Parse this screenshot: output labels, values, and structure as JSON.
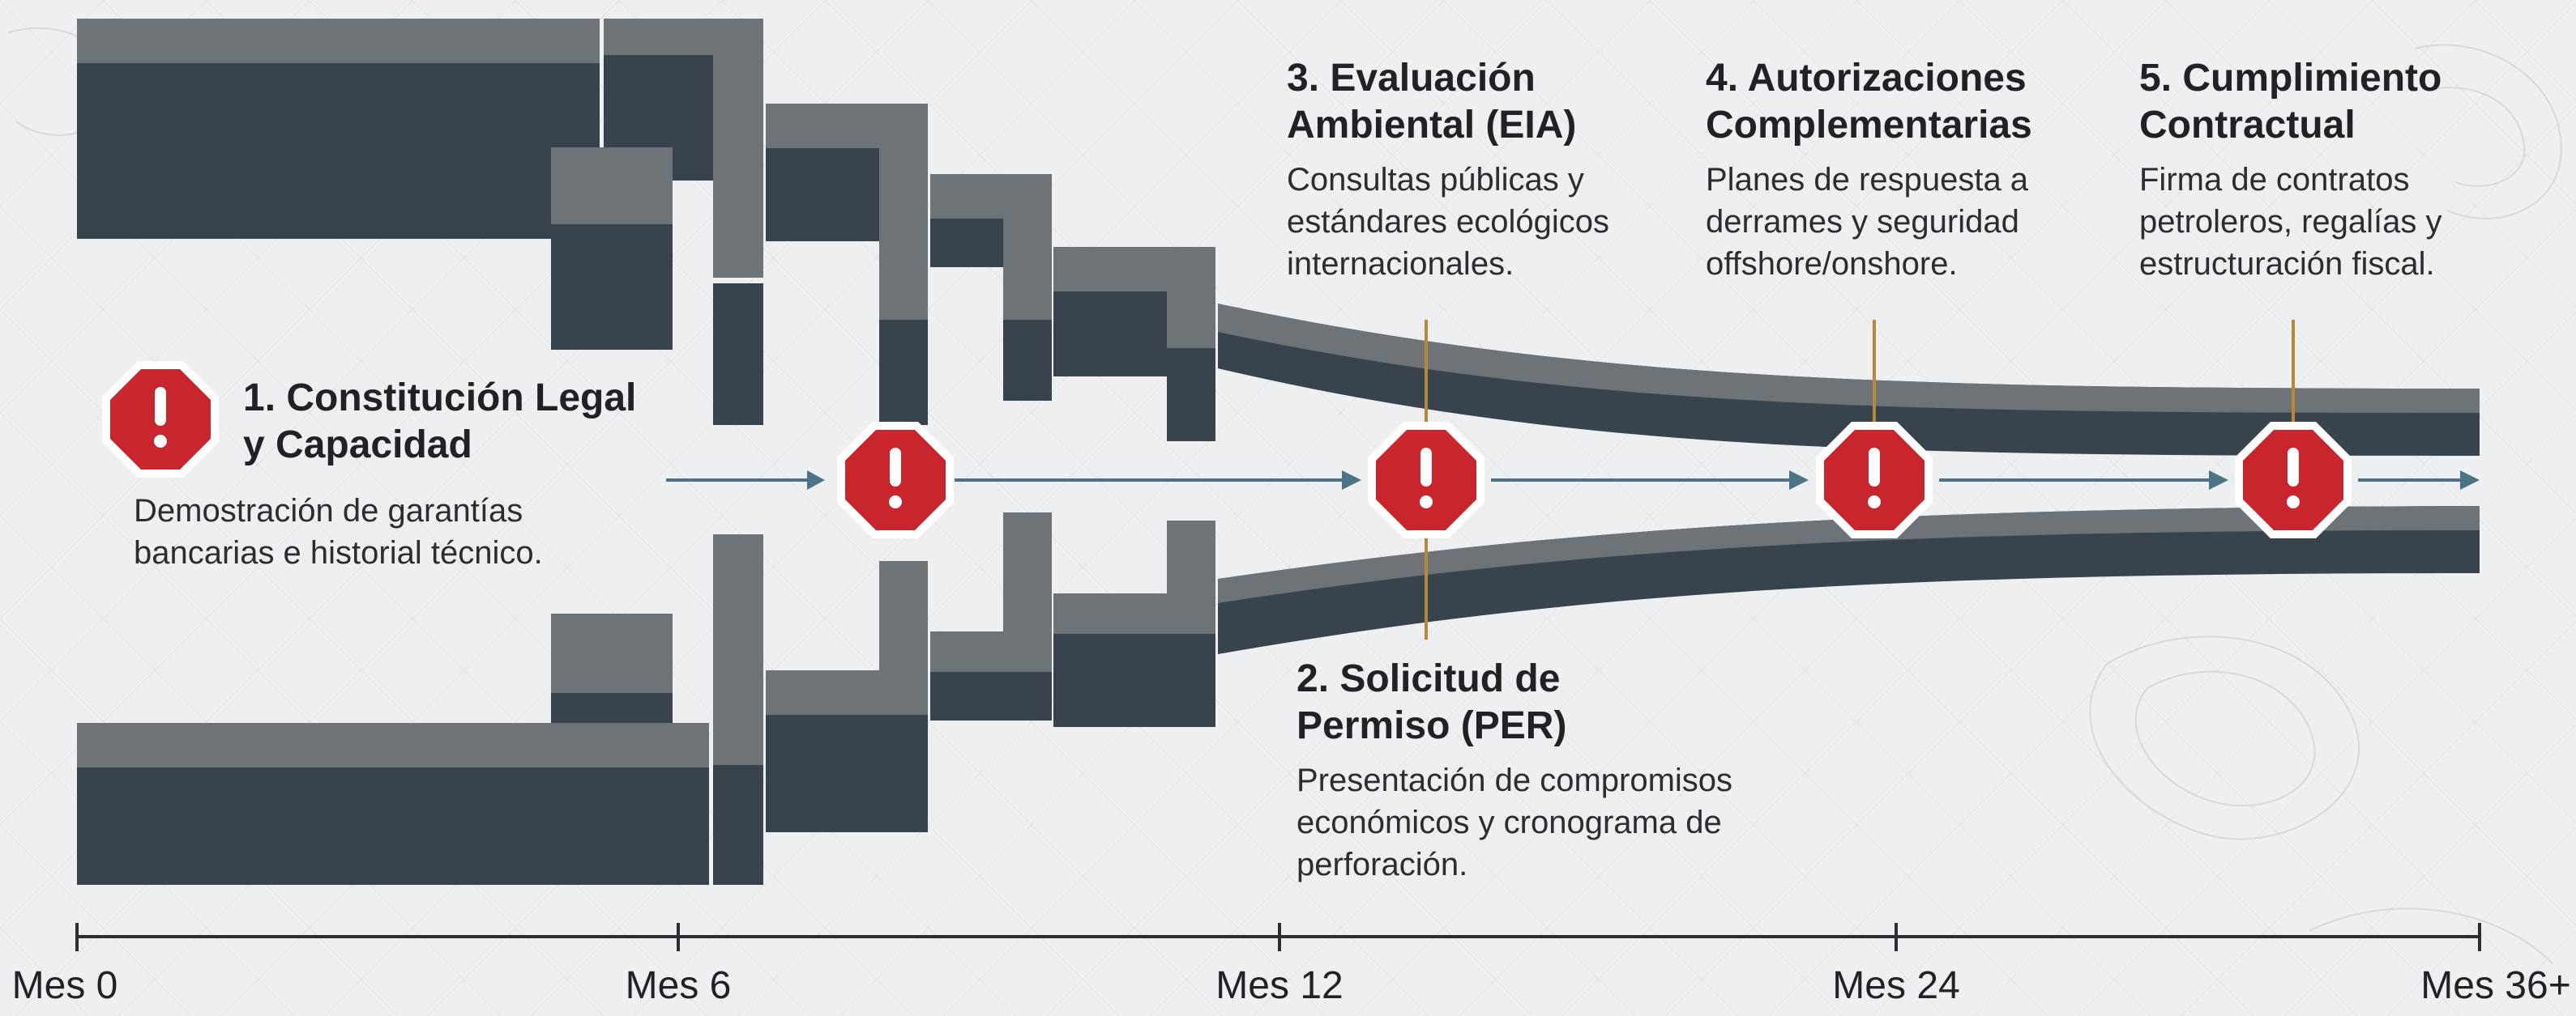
{
  "stages": [
    {
      "title": "1. Constitución Legal\ny Capacidad",
      "description": "Demostración de garantías\nbancarias e historial técnico."
    },
    {
      "title": "2. Solicitud de\nPermiso (PER)",
      "description": "Presentación de compromisos\neconómicos y cronograma de\nperforación."
    },
    {
      "title": "3. Evaluación\nAmbiental (EIA)",
      "description": "Consultas públicas y\nestándares ecológicos\ninternacionales."
    },
    {
      "title": "4. Autorizaciones\nComplementarias",
      "description": "Planes de respuesta a\nderrames y seguridad\noffshore/onshore."
    },
    {
      "title": "5. Cumplimiento\nContractual",
      "description": "Firma de contratos\npetroleros, regalías y\nestructuración fiscal."
    }
  ],
  "timeline": {
    "ticks": [
      "Mes 0",
      "Mes 6",
      "Mes 12",
      "Mes 24",
      "Mes 36+"
    ]
  },
  "icons": {
    "checkpoint": "stop-sign-exclamation-icon"
  },
  "colors": {
    "pipe_dark": "#39434d",
    "pipe_light": "#6e7378",
    "stop_red": "#c8262c",
    "flow_arrow": "#4b7486",
    "gate_line": "#b8883a",
    "axis": "#2b2f33"
  }
}
